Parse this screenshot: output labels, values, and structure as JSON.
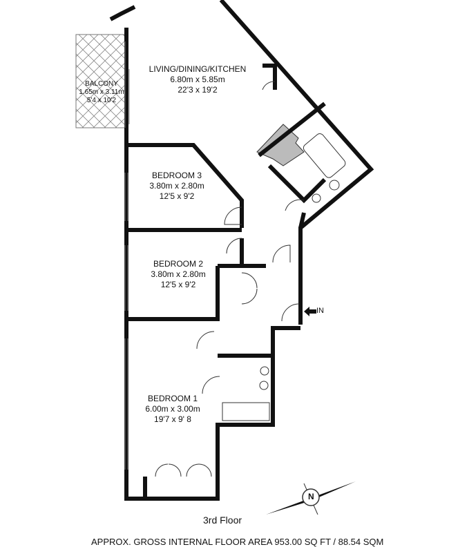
{
  "rooms": [
    {
      "name": "LIVING/DINING/KITCHEN",
      "metric": "6.80m x 5.85m",
      "imperial": "22'3 x 19'2"
    },
    {
      "name": "BALCONY",
      "metric": "1.65m x 3.11m",
      "imperial": "5'4 x 10'2"
    },
    {
      "name": "BEDROOM 3",
      "metric": "3.80m x 2.80m",
      "imperial": "12'5 x 9'2"
    },
    {
      "name": "BEDROOM 2",
      "metric": "3.80m x 2.80m",
      "imperial": "12'5 x 9'2"
    },
    {
      "name": "BEDROOM 1",
      "metric": "6.00m x 3.00m",
      "imperial": "19'7 x 9' 8"
    }
  ],
  "entrance_label": "IN",
  "floor_label": "3rd Floor",
  "area_text": "APPROX. GROSS INTERNAL FLOOR AREA 953.00 SQ FT / 88.54 SQM",
  "compass_label": "N"
}
